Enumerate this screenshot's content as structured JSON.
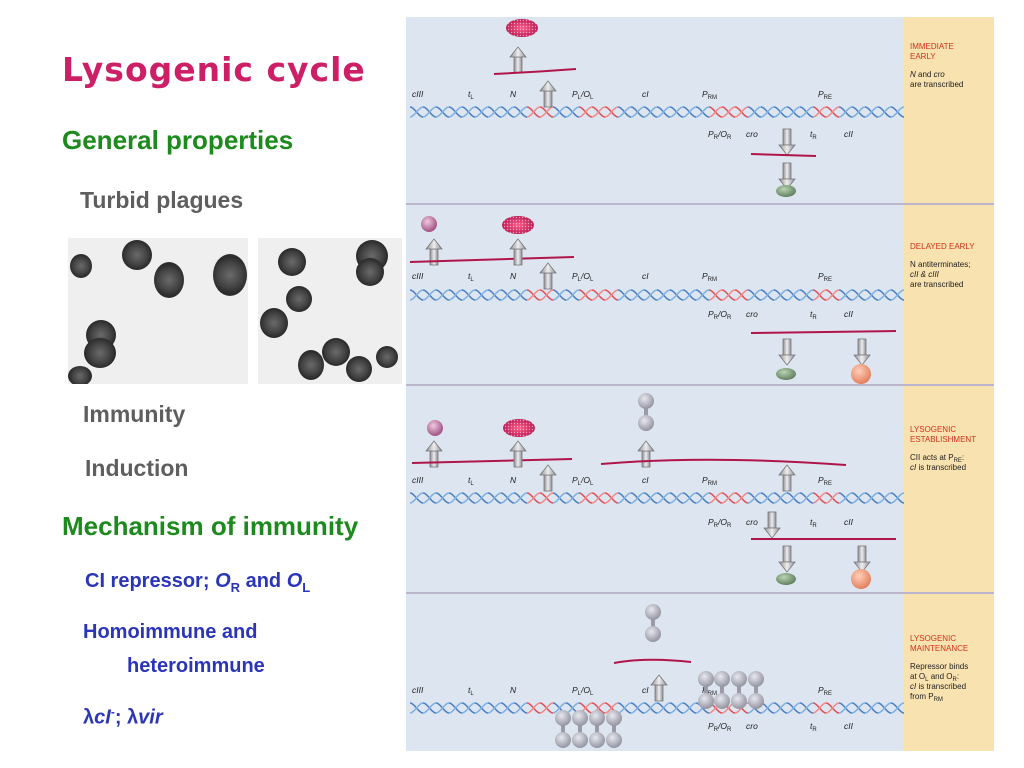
{
  "title": "Lysogenic cycle",
  "left": {
    "general_properties": "General properties",
    "turbid_plaques": "Turbid plagues",
    "immunity": "Immunity",
    "induction": "Induction",
    "mechanism": "Mechanism of immunity",
    "ci_repressor": {
      "prefix": "CI repressor; ",
      "o1": "O",
      "sub1": "R",
      "and": " and ",
      "o2": "O",
      "sub2": "L"
    },
    "homoimmune_1": "Homoimmune and",
    "homoimmune_2": "heteroimmune",
    "mutants": {
      "l1": "λ",
      "ci": "cI",
      "sup": "-",
      "sep": "; ",
      "l2": "λ",
      "vir": "vir"
    }
  },
  "diagram": {
    "gene_labels": {
      "cIII": "cIII",
      "tL": "t",
      "tL_sub": "L",
      "N": "N",
      "PL": "P",
      "PL_sub": "L",
      "OL_slash": "/O",
      "OL_sub": "L",
      "cI": "cI",
      "PRM": "P",
      "PRM_sub": "RM",
      "PRE": "P",
      "PRE_sub": "RE",
      "PR": "P",
      "PR_sub": "R",
      "OR_slash": "/O",
      "OR_sub": "R",
      "cro": "cro",
      "tR": "t",
      "tR_sub": "R",
      "cII": "cII"
    },
    "stages": [
      {
        "title": [
          "IMMEDIATE",
          "EARLY"
        ],
        "desc": [
          [
            "N",
            " and ",
            "cro"
          ],
          [
            "are transcribed"
          ]
        ]
      },
      {
        "title": [
          "DELAYED EARLY"
        ],
        "desc": [
          [
            "N antiterminates;"
          ],
          [
            "cII & cIII"
          ],
          [
            "are transcribed"
          ]
        ]
      },
      {
        "title": [
          "LYSOGENIC",
          "ESTABLISHMENT"
        ],
        "desc": [
          [
            "CII acts at P",
            "RE",
            ":"
          ],
          [
            "cI",
            " is transcribed"
          ]
        ]
      },
      {
        "title": [
          "LYSOGENIC",
          "MAINTENANCE"
        ],
        "desc": [
          [
            "Repressor binds"
          ],
          [
            "at O",
            "L",
            " and O",
            "R",
            ":"
          ],
          [
            "cI",
            " is transcribed"
          ],
          [
            "from P",
            "RM"
          ]
        ]
      }
    ]
  },
  "colors": {
    "title": "#cc1f66",
    "green_heading": "#1c8a1c",
    "gray_text": "#5e5e5e",
    "blue_text": "#2a35b8",
    "panel_bg": "#dde6f0",
    "side_bg": "#f8e2b0",
    "stage_title": "#d2321a",
    "mrna": "#b0154a",
    "protein_pink": "#cc1552",
    "protein_gray": "#9a9aa8",
    "dna_blue": "#4c7fc4",
    "dna_red": "#e0505a"
  }
}
